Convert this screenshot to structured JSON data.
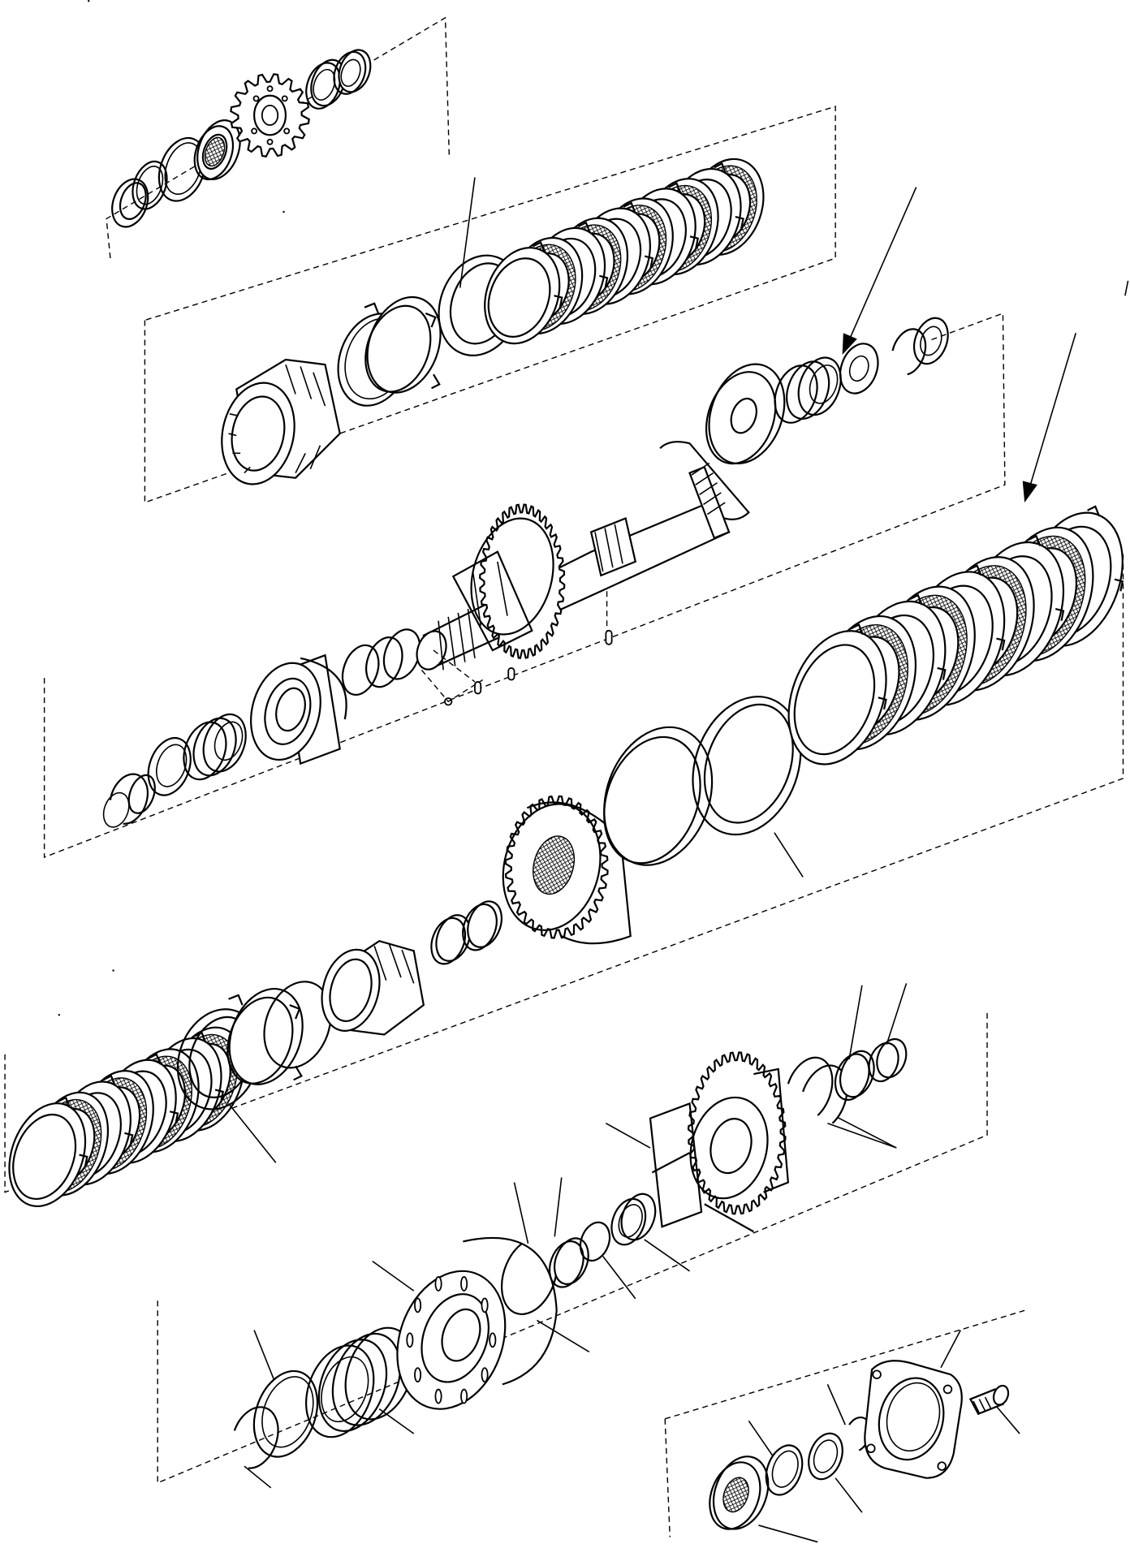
{
  "figure": {
    "kind": "exploded-assembly-drawing",
    "ink_color": "#000000",
    "paper_color": "#ffffff"
  },
  "groups": [
    {
      "id": "group-1",
      "parts": [
        "snap-ring",
        "washer",
        "thrust-washer",
        "bearing",
        "spur-gear",
        "needle-bearing",
        "needle-bearing"
      ]
    },
    {
      "id": "group-2",
      "parts": [
        "gear-hub",
        "snap-ring",
        "pressure-plate",
        "spring-washer",
        "clutch-disc-pack"
      ]
    },
    {
      "id": "group-3",
      "parts": [
        "snap-ring",
        "spring-retainer",
        "piston",
        "seal-rings",
        "shaft-with-gear",
        "balls",
        "thrust-washer",
        "bearing",
        "snap-ring",
        "washer"
      ]
    },
    {
      "id": "group-4",
      "parts": [
        "clutch-disc-pack",
        "spring-washer",
        "pressure-plate",
        "snap-ring",
        "gear-hub",
        "needle-bearing",
        "gear",
        "pressure-plate",
        "spring-washer",
        "clutch-disc-pack"
      ]
    },
    {
      "id": "group-5",
      "parts": [
        "snap-ring",
        "washer",
        "spring",
        "piston",
        "snap-ring",
        "seal-ring",
        "needle-bearing",
        "washer",
        "bushing",
        "clutch-drum-gear",
        "snap-rings",
        "needle-bearing",
        "bushing"
      ]
    },
    {
      "id": "group-6",
      "parts": [
        "bearing",
        "washer",
        "washer",
        "snap-ring",
        "cover",
        "bolt"
      ]
    }
  ],
  "callouts": [
    {
      "id": "arrow-1",
      "style": "arrow"
    },
    {
      "id": "arrow-2",
      "style": "arrow"
    },
    {
      "id": "arrow-3",
      "style": "arrow"
    }
  ]
}
